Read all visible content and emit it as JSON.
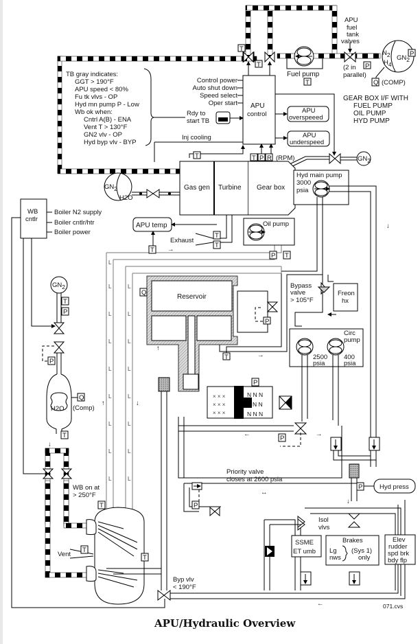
{
  "caption": "APU/Hydraulic Overview",
  "figure_id": "071.cvs",
  "tb_gray_note": {
    "heading": "TB gray indicates:",
    "lines": [
      "GGT > 190°F",
      "APU speed < 80%",
      "Fu tk vlvs - OP",
      "Hyd mn pump P - Low",
      "Wb ok when:"
    ],
    "sub_lines": [
      "Cntrl A(B) - ENA",
      "Vent T > 130°F",
      "GN2 vlv - OP",
      "Hyd byp vlv - BYP"
    ]
  },
  "apu_control": {
    "title_line1": "APU",
    "title_line2": "control",
    "inputs": [
      "Control power",
      "Auto shut down",
      "Speed select",
      "Oper start"
    ],
    "rdy_line1": "Rdy to",
    "rdy_line2": "start TB",
    "inj_cooling": "Inj cooling",
    "overspeed_line1": "APU",
    "overspeed_line2": "overspeeed",
    "underspeed_line1": "APU",
    "underspeed_line2": "underspeed",
    "sensors": [
      "T",
      "P",
      "R"
    ],
    "rpm_label": "(RPM)"
  },
  "fuel": {
    "fuel_pump": "Fuel pump",
    "tank_valves_lines": [
      "APU",
      "fuel",
      "tank",
      "valves"
    ],
    "parallel_line1": "(2 in",
    "parallel_line2": "parallel)",
    "comp_label": "(COMP)",
    "n2": "N",
    "n2_sub": "2",
    "h4": "H",
    "h4_sub": "4",
    "gn2": "GN",
    "gn2_sub": "2"
  },
  "gearbox_note": [
    "GEAR BOX I/F WITH",
    "FUEL PUMP",
    "OIL PUMP",
    "HYD PUMP"
  ],
  "apu_sections": [
    "Gas gen",
    "Turbine",
    "Gear box"
  ],
  "hyd_main_pump": [
    "Hyd main pump",
    "3000",
    "psia"
  ],
  "oil_pump": "Oil pump",
  "apu_temp": "APU temp",
  "exhaust": "Exhaust",
  "wb_cntlr": {
    "line1": "WB",
    "line2": "cntlr",
    "outputs": [
      "Boiler N2 supply",
      "Boiler cntlr/htr",
      "Boiler power"
    ]
  },
  "reservoir": "Reservoir",
  "bypass_valve": [
    "Bypass",
    "valve",
    "> 105°F"
  ],
  "freon_hx": [
    "Freon",
    "hx"
  ],
  "circ_pump": [
    "Circ",
    "pump"
  ],
  "pump_pressures": [
    {
      "line1": "2500",
      "line2": "psia"
    },
    {
      "line1": "400",
      "line2": "psia"
    }
  ],
  "water_tank": {
    "h2o": "H2O",
    "comp": "(Comp)"
  },
  "wb_on": [
    "WB on at",
    "> 250°F"
  ],
  "vent": "Vent",
  "byp_vlv": [
    "Byp vlv",
    "< 190°F"
  ],
  "priority_valve": [
    "Priority valve",
    "closes at 2600 psia"
  ],
  "hyd_press": "Hyd press",
  "isol_vlvs": [
    "Isol",
    "vlvs"
  ],
  "ssme": [
    "SSME",
    "ET umb"
  ],
  "brakes": {
    "title": "Brakes",
    "lg": "Lg",
    "nws": "nws",
    "sys": "(Sys 1)",
    "only": "only"
  },
  "elev": [
    "Elev",
    "rudder",
    "spd brk",
    "bdy flp"
  ],
  "sensor_labels": {
    "T": "T",
    "P": "P",
    "Q": "Q",
    "L": "L",
    "X": "X",
    "N": "N"
  }
}
